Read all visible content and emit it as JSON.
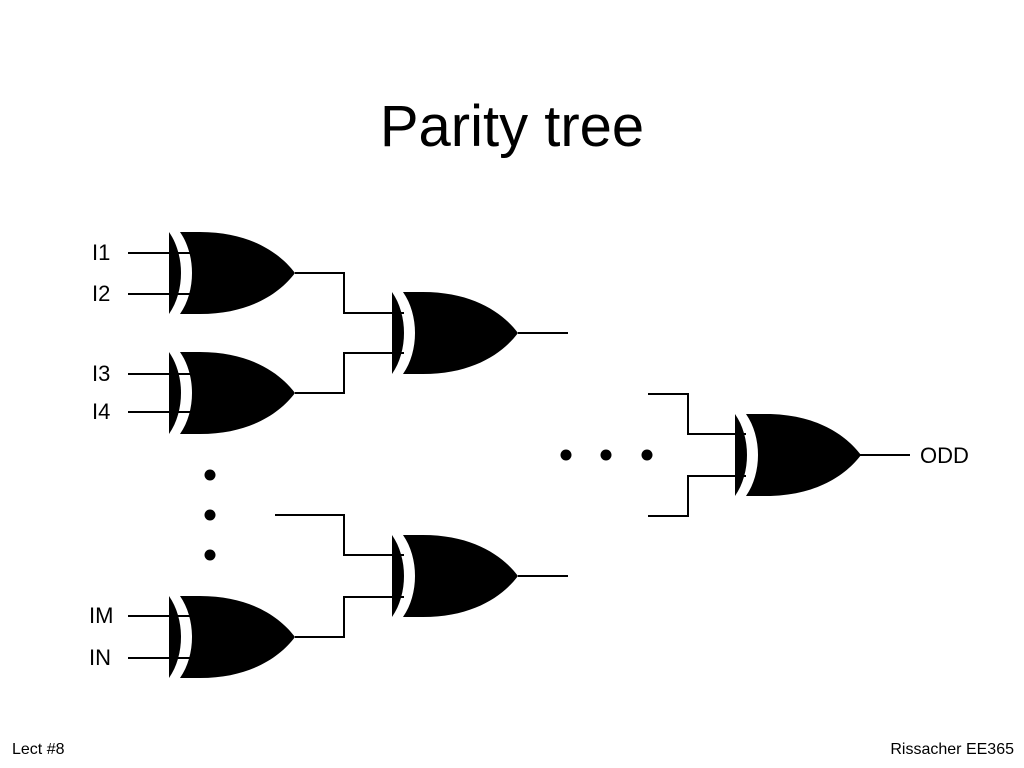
{
  "slide": {
    "title": "Parity tree",
    "footer_left": "Lect #8",
    "footer_right": "Rissacher EE365"
  },
  "diagram": {
    "inputs": [
      "I1",
      "I2",
      "I3",
      "I4",
      "IM",
      "IN"
    ],
    "output": "ODD",
    "gate_type": "xor"
  }
}
